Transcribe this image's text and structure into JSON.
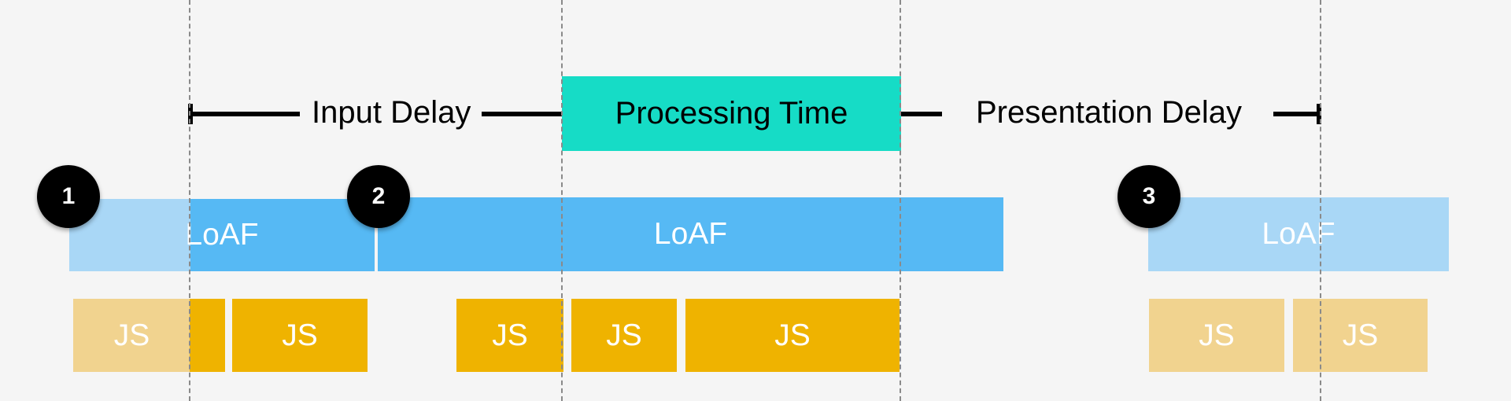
{
  "phases": {
    "input_delay": "Input Delay",
    "processing_time": "Processing Time",
    "presentation_delay": "Presentation Delay"
  },
  "loaf_label": "LoAF",
  "js_label": "JS",
  "markers": [
    "1",
    "2",
    "3"
  ],
  "colors": {
    "loaf": "#56b9f4",
    "loaf_faded": "#a9d7f6",
    "js": "#efb300",
    "js_faded": "#f1d38f",
    "processing": "#16dcc6",
    "background": "#f5f5f5"
  }
}
